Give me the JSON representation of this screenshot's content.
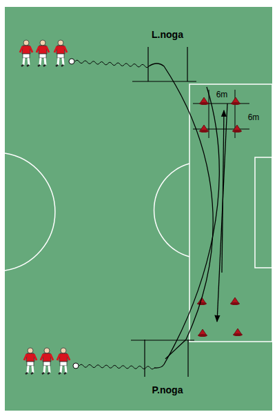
{
  "diagram": {
    "labels": [
      "L.noga",
      "6m",
      "6m",
      "P.noga"
    ]
  }
}
